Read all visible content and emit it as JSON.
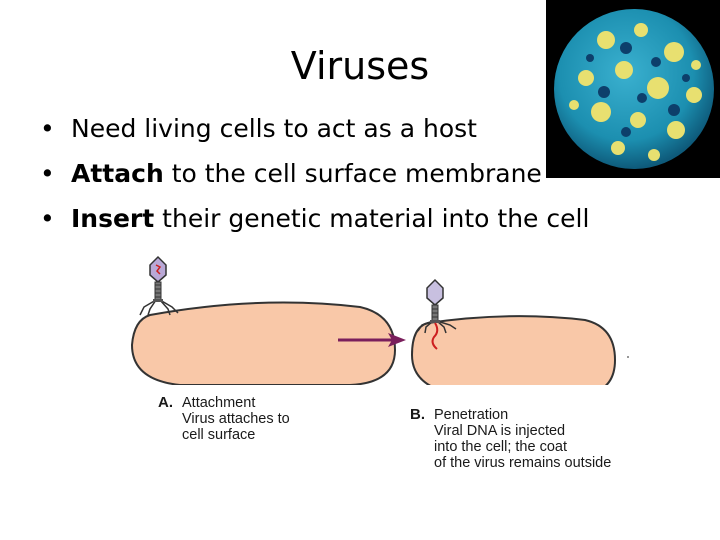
{
  "slide": {
    "title": "Viruses",
    "bullets": [
      {
        "bold": "",
        "text": "Need living cells to act as a host"
      },
      {
        "bold": "Attach",
        "text": " to the cell surface membrane"
      },
      {
        "bold": "Insert",
        "text": " their genetic material into the cell"
      }
    ]
  },
  "diagram": {
    "attachment": {
      "letter": "A.",
      "heading": "Attachment",
      "lines": [
        "Virus attaches to",
        "cell surface"
      ]
    },
    "penetration": {
      "letter": "B.",
      "heading": "Penetration",
      "lines": [
        "Viral DNA is injected",
        "into the cell; the coat",
        "of the virus remains outside"
      ]
    }
  },
  "colors": {
    "cell_fill": "#f9c8a8",
    "cell_outline": "#333333",
    "arrow": "#7a1f5c",
    "dna": "#cc1f1f",
    "virus_head": "#8b7fb0",
    "virus_photo_blue": "#1c8fb0",
    "virus_photo_yellow": "#e8e070"
  },
  "icons": {
    "bullet": "bullet-dot",
    "arrow": "right-arrow-icon",
    "virus": "bacteriophage-icon",
    "photo": "virus-micrograph-image"
  }
}
